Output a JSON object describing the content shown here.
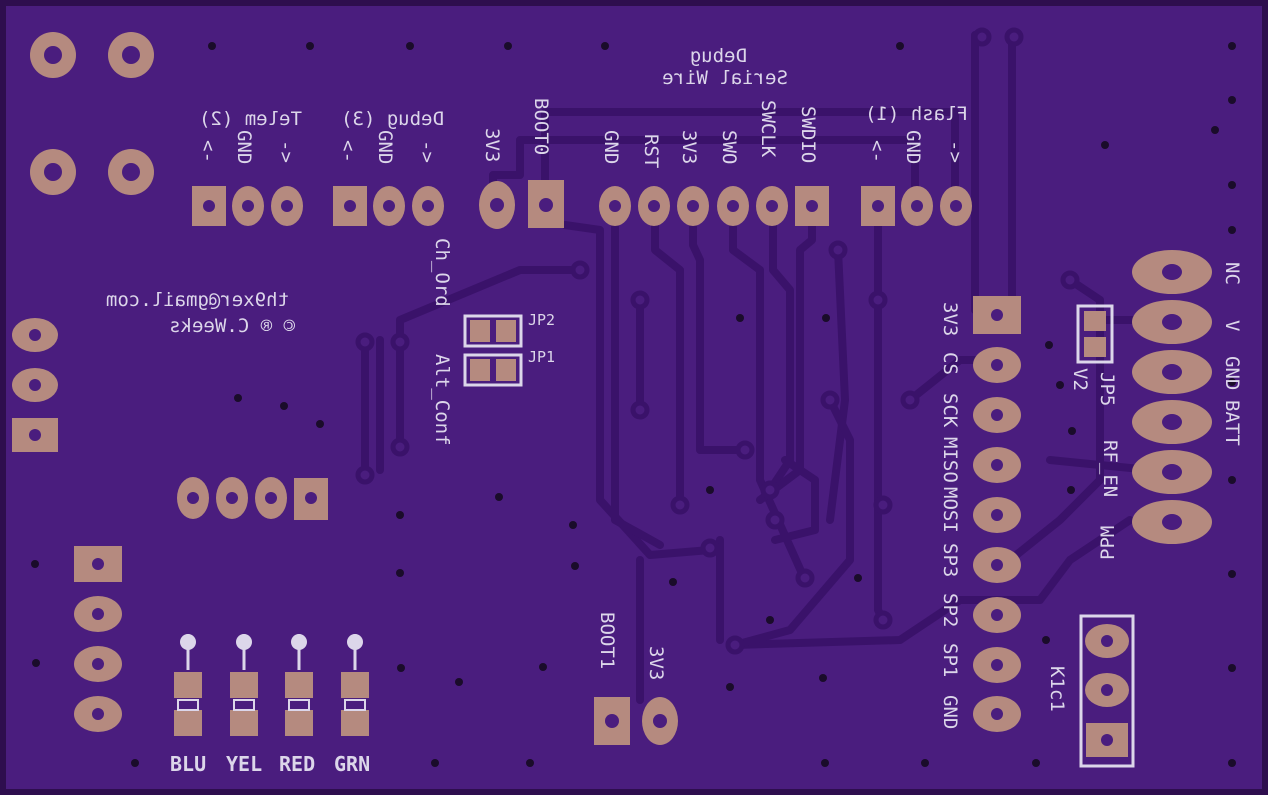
{
  "colors": {
    "board": "#4a1d7e",
    "board_edge": "#2e0e4e",
    "trace": "#3a126a",
    "pad": "#b58a7f",
    "pad_hole": "#4a1d7e",
    "silk": "#dcd6ea",
    "via": "#1a0c2a"
  },
  "labels": {
    "serial_wire": "Serial Wire",
    "debug_title": "Debug",
    "telem": "Telem (2)",
    "debug3": "Debug (3)",
    "flash": "Flash (1)",
    "h1": [
      "<-",
      "GND",
      "->"
    ],
    "h2": [
      "<-",
      "GND",
      "->"
    ],
    "h3": [
      "<-",
      "GND",
      "->"
    ],
    "swd": [
      "3V3",
      "BOOT0",
      "GND",
      "RST",
      "3V3",
      "SWO",
      "SWCLK",
      "SWDIO"
    ],
    "email": "th9xer@gmail.com",
    "copyright": "© ® C.Weeks",
    "ch_ord": "Ch_Ord",
    "alt_conf": "Alt_Conf",
    "jp2": "JP2",
    "jp1": "JP1",
    "spi": [
      "3V3",
      "CS",
      "SCK",
      "MISO",
      "MOSI",
      "SP3",
      "SP2",
      "SP1",
      "GND"
    ],
    "module_right": [
      "NC",
      "V",
      "GND",
      "BATT",
      "RF_EN",
      "PPM"
    ],
    "jp5": "JP5",
    "v2": "V2",
    "k1c1": "K1c1",
    "boot1": "BOOT1",
    "bot_3v3": "3V3",
    "leds": [
      "BLU",
      "YEL",
      "RED",
      "GRN"
    ]
  }
}
